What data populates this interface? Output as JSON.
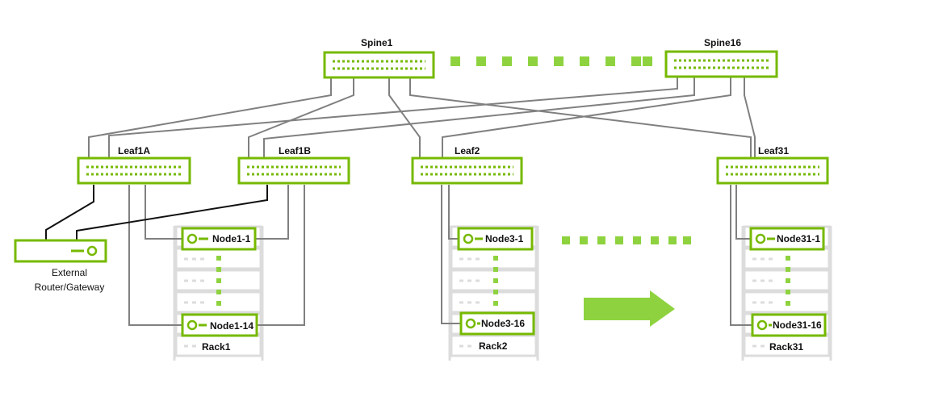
{
  "spines": [
    {
      "label": "Spine1"
    },
    {
      "label": "Spine16"
    }
  ],
  "leaves": [
    {
      "label": "Leaf1A"
    },
    {
      "label": "Leaf1B"
    },
    {
      "label": "Leaf2"
    },
    {
      "label": "Leaf31"
    }
  ],
  "racks": [
    {
      "label": "Rack1",
      "top_node": "Node1-1",
      "bottom_node": "Node1-14"
    },
    {
      "label": "Rack2",
      "top_node": "Node3-1",
      "bottom_node": "Node3-16"
    },
    {
      "label": "Rack31",
      "top_node": "Node31-1",
      "bottom_node": "Node31-16"
    }
  ],
  "external": {
    "line1": "External",
    "line2": "Router/Gateway"
  },
  "colors": {
    "accent": "#76b900",
    "arrow": "#8ed33f",
    "uplink": "#808080",
    "external_link": "#111111",
    "rack_frame": "#dcdcdc"
  }
}
